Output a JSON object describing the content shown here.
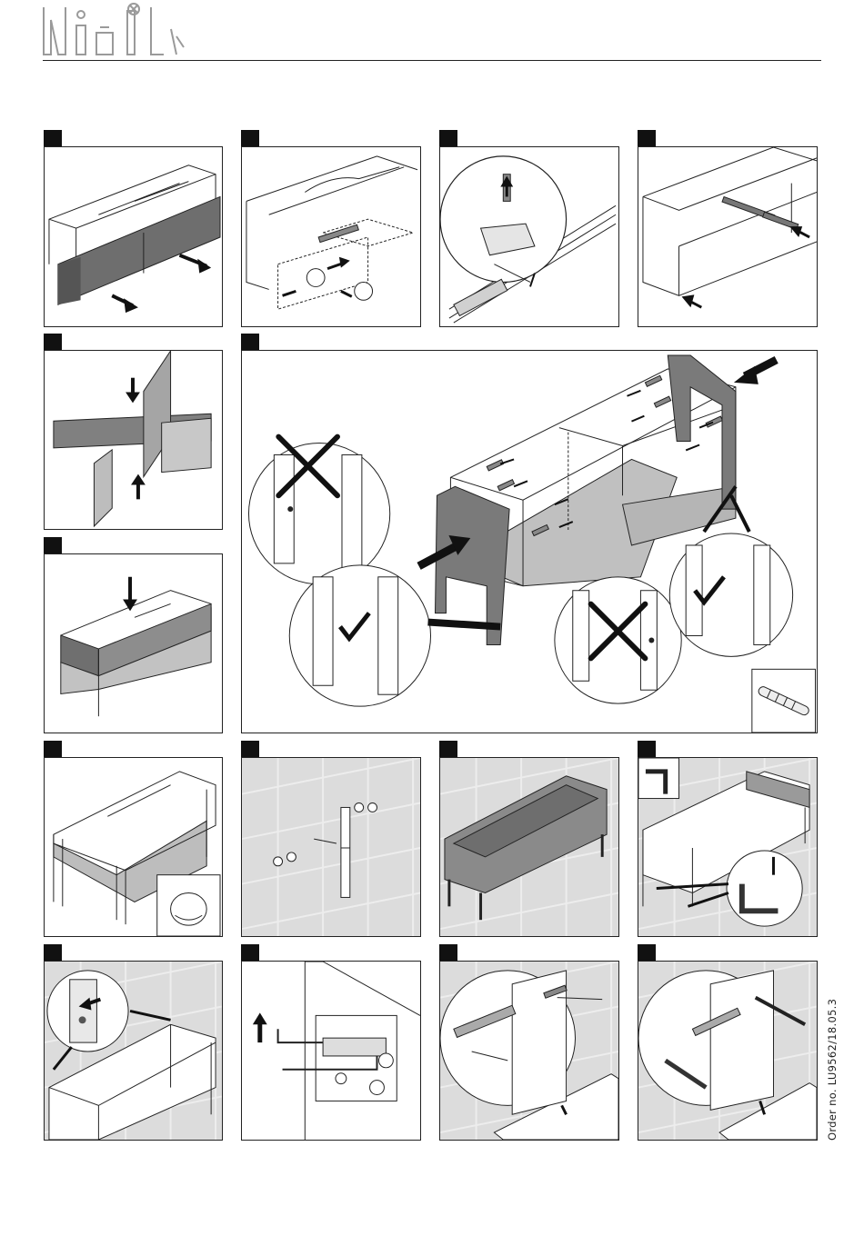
{
  "document": {
    "order_number": "Order no. LU9562/18.05.3"
  },
  "steps": [
    {
      "illustration": "remove-drawers"
    },
    {
      "illustration": "drawer-slide-detail"
    },
    {
      "illustration": "slide-release-lever-magnified"
    },
    {
      "illustration": "cabinet-without-drawers"
    },
    {
      "illustration": "slot-together-panels"
    },
    {
      "illustration": "insert-panels-into-cabinet"
    },
    {
      "illustration": "attach-legs-correct-and-incorrect"
    },
    {
      "illustration": "cabinet-with-legs-and-knob"
    },
    {
      "illustration": "wall-rail-and-anchors"
    },
    {
      "illustration": "cabinet-on-tiled-wall"
    },
    {
      "illustration": "adjust-with-hex-key"
    },
    {
      "illustration": "secure-bracket-magnified"
    },
    {
      "illustration": "hanging-bracket-detail"
    },
    {
      "illustration": "bracket-with-drill-bit-magnified"
    },
    {
      "illustration": "final-drilling-magnified"
    }
  ],
  "colors": {
    "line": "#222222",
    "tile": "#dcdcdc",
    "panel_dark": "#7a7a7a",
    "panel_mid": "#a8a8a8",
    "badge": "#111111"
  },
  "icons": [
    "logo-tools-icon",
    "check-icon",
    "cross-icon",
    "hex-key-icon",
    "screw-icon",
    "arrow-icon",
    "knob-icon"
  ]
}
